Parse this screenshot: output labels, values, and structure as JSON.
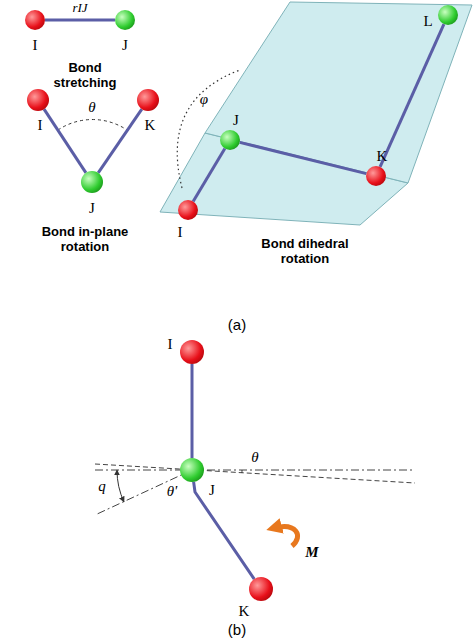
{
  "diagram": {
    "nodes": [
      {
        "text": [
          "I"
        ]
      },
      {
        "text": [
          "J"
        ]
      },
      {
        "text": [
          "I"
        ]
      },
      {
        "text": [
          "J"
        ]
      },
      {
        "text": [
          "K"
        ]
      },
      {
        "text": [
          "I"
        ]
      },
      {
        "text": [
          "J"
        ]
      },
      {
        "text": [
          "K"
        ]
      },
      {
        "text": [
          "L"
        ]
      },
      {
        "text": [
          "I"
        ]
      },
      {
        "text": [
          "J"
        ]
      },
      {
        "text": [
          "K"
        ]
      }
    ],
    "edges": [
      {
        "from": 0,
        "to": 1,
        "arrow": "none",
        "label": "rIJ"
      },
      {
        "from": 2,
        "to": 3,
        "arrow": "none"
      },
      {
        "from": 3,
        "to": 4,
        "arrow": "none"
      },
      {
        "from": 5,
        "to": 6,
        "arrow": "none"
      },
      {
        "from": 6,
        "to": 7,
        "arrow": "none"
      },
      {
        "from": 7,
        "to": 8,
        "arrow": "none"
      },
      {
        "from": 9,
        "to": 10,
        "arrow": "none"
      },
      {
        "from": 10,
        "to": 11,
        "arrow": "none"
      }
    ],
    "labels": [
      "Bond stretching",
      "θ",
      "Bond in-plane rotation",
      "φ",
      "Bond dihedral rotation",
      "(a)",
      "q",
      "θ'",
      "θ",
      "M",
      "(b)"
    ]
  }
}
